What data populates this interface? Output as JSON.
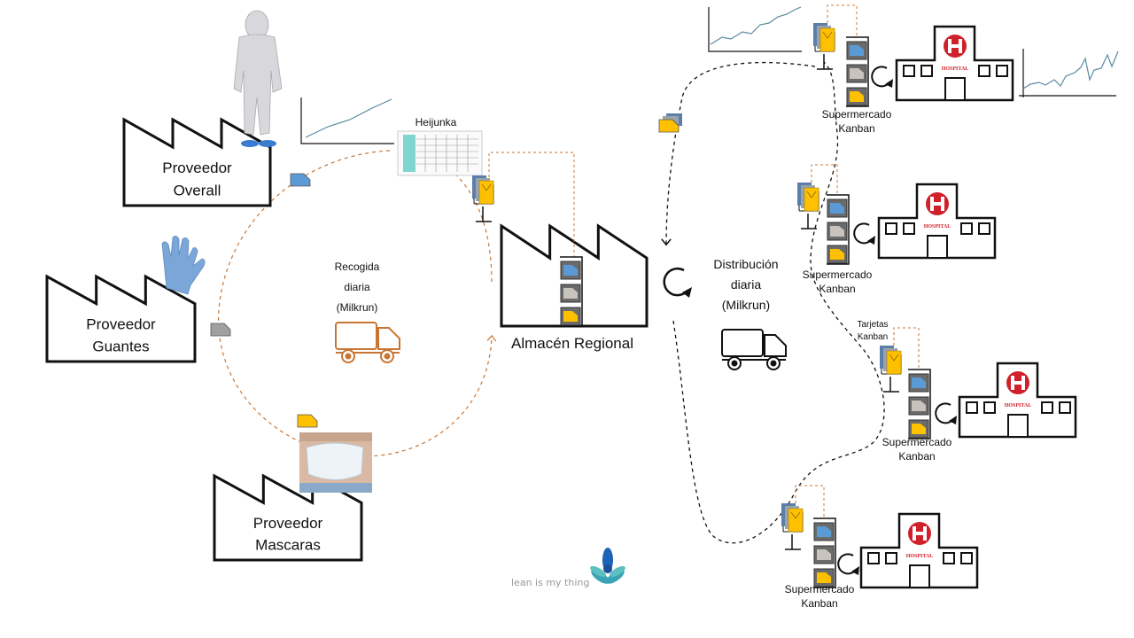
{
  "suppliers": [
    {
      "line1": "Proveedor",
      "line2": "Overall"
    },
    {
      "line1": "Proveedor",
      "line2": "Guantes"
    },
    {
      "line1": "Proveedor",
      "line2": "Mascaras"
    }
  ],
  "heijunka_label": "Heijunka",
  "pickup": {
    "line1": "Recogida",
    "line2": "diaria",
    "line3": "(Milkrun)"
  },
  "warehouse_label": "Almacén Regional",
  "distribution": {
    "line1": "Distribución",
    "line2": "diaria",
    "line3": "(Milkrun)"
  },
  "supermarkets": [
    {
      "line1": "Supermercado",
      "line2": "Kanban"
    },
    {
      "line1": "Supermercado",
      "line2": "Kanban"
    },
    {
      "line1": "Supermercado",
      "line2": "Kanban"
    },
    {
      "line1": "Supermercado",
      "line2": "Kanban"
    }
  ],
  "kanban_cards_label": {
    "line1": "Tarjetas",
    "line2": "Kanban"
  },
  "hospital_sign": "HOSPITAL",
  "logo_text": "lean is my thing",
  "colors": {
    "milkrun_in": "#c87533",
    "kanban_blue": "#5b9bd5",
    "kanban_grey": "#c9c3bd",
    "kanban_yellow": "#ffc000",
    "hospital_red": "#d0202a",
    "chart_line": "#5a8aa0",
    "glove": "#7aa7d8"
  },
  "icons": [
    "factory-icon",
    "truck-icon",
    "hospital-icon",
    "kanban-card-icon",
    "cycle-arrow-icon",
    "line-chart-icon",
    "lotus-logo-icon"
  ]
}
